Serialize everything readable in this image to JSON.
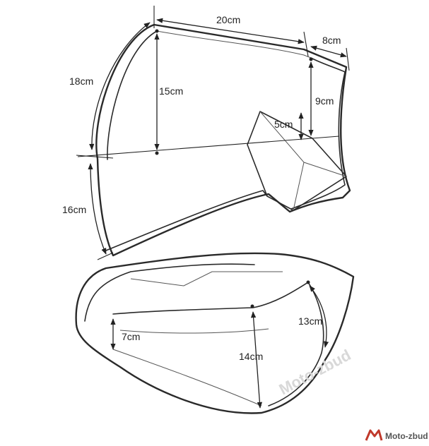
{
  "labels": {
    "top_width": "20cm",
    "top_right": "8cm",
    "left_upper": "18cm",
    "inner_height": "15cm",
    "right_height": "9cm",
    "flap_height": "5cm",
    "left_lower": "16cm",
    "bottom_left": "7cm",
    "bottom_right": "13cm",
    "bottom_middle": "14cm"
  },
  "brand": {
    "text": "Moto-zbud"
  },
  "colors": {
    "line": "#2a2a2a",
    "background": "#ffffff",
    "logo_red": "#c0392b",
    "logo_gray": "#555555"
  }
}
